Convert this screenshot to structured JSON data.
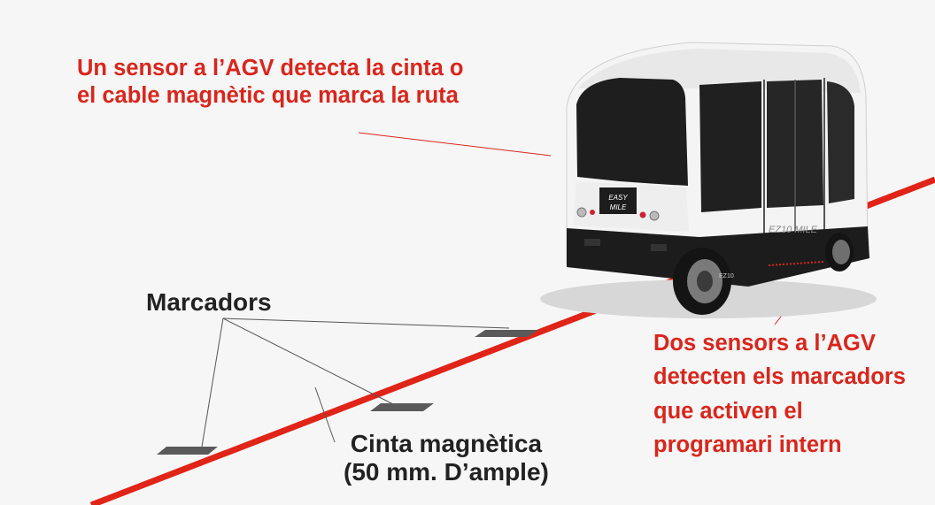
{
  "labels": {
    "top_caption": [
      "Un sensor a l’AGV detecta la cinta o",
      "el cable magnètic que marca la ruta"
    ],
    "right_caption": [
      "Dos sensors a l’AGV",
      "detecten els marcadors",
      "que activen el",
      "programari intern"
    ],
    "markers": "Marcadors",
    "tape": [
      "Cinta magnètica",
      "(50 mm. D’ample)"
    ]
  },
  "vehicle": {
    "front_logo": [
      "EASY",
      "MILE"
    ],
    "side_logo": "EZ10 MILE",
    "rear_badge": "EZ10"
  },
  "colors": {
    "accent_red": "#d9261c",
    "tape_red": "#e02418",
    "dark_text": "#222222",
    "marker_gray": "#555555",
    "vehicle_white": "#f4f4f4",
    "vehicle_black": "#1c1c1c"
  }
}
